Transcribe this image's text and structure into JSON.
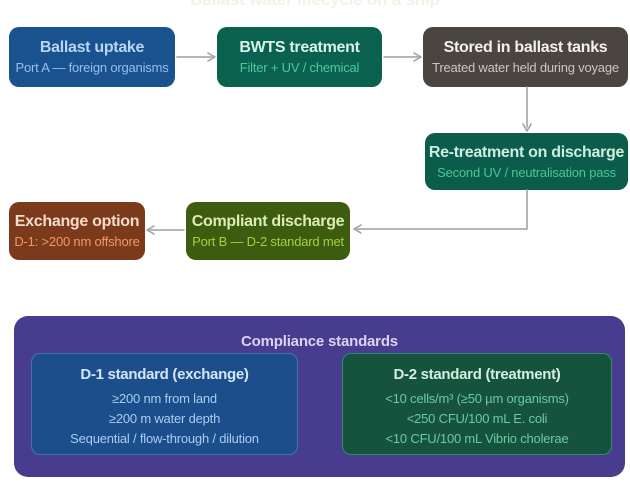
{
  "page": {
    "title": "Ballast water lifecycle on a ship",
    "title_color": "#f5f1e7",
    "background": "#ffffff"
  },
  "arrow_color": "#9e9e9e",
  "flow": {
    "nodes": [
      {
        "id": "ballast-uptake",
        "title": "Ballast uptake",
        "subtitle": "Port A — foreign organisms",
        "bg": "#1a518f",
        "title_color": "#b7d6f3",
        "subtitle_color": "#93c0ea"
      },
      {
        "id": "bwts-treatment",
        "title": "BWTS treatment",
        "subtitle": "Filter + UV / chemical",
        "bg": "#0a6150",
        "title_color": "#d9f2e7",
        "subtitle_color": "#4fc99a"
      },
      {
        "id": "stored-tanks",
        "title": "Stored in ballast tanks",
        "subtitle": "Treated water held during voyage",
        "bg": "#4a463f",
        "title_color": "#f3f1ed",
        "subtitle_color": "#cbc7bf"
      },
      {
        "id": "retreatment",
        "title": "Re-treatment on discharge",
        "subtitle": "Second UV / neutralisation pass",
        "bg": "#0c5c4b",
        "title_color": "#cdeede",
        "subtitle_color": "#46c795"
      },
      {
        "id": "exchange-option",
        "title": "Exchange option",
        "subtitle": "D-1: >200 nm offshore",
        "bg": "#7c3a1d",
        "title_color": "#f5dbc9",
        "subtitle_color": "#f09a5e"
      },
      {
        "id": "compliant-discharge",
        "title": "Compliant discharge",
        "subtitle": "Port B — D-2 standard met",
        "bg": "#3d5c10",
        "title_color": "#ddecb2",
        "subtitle_color": "#a0d23d"
      }
    ]
  },
  "standards_panel": {
    "header": "Compliance standards",
    "bg": "#473c8e",
    "header_color": "#dad3f3",
    "cards": [
      {
        "id": "d1-standard",
        "title": "D-1 standard (exchange)",
        "lines": [
          "≥200 nm from land",
          "≥200 m water depth",
          "Sequential / flow-through / dilution"
        ],
        "bg": "#1b4e8a",
        "border": "#3f74b4",
        "title_color": "#d3e6f8",
        "line_color": "#a9cdf0"
      },
      {
        "id": "d2-standard",
        "title": "D-2 standard (treatment)",
        "lines": [
          "<10 cells/m³ (≥50 µm organisms)",
          "<250 CFU/100 mL E. coli",
          "<10 CFU/100 mL Vibrio cholerae"
        ],
        "bg": "#15533f",
        "border": "#2f9066",
        "title_color": "#d4efdf",
        "line_color": "#6cc9a0"
      }
    ]
  }
}
